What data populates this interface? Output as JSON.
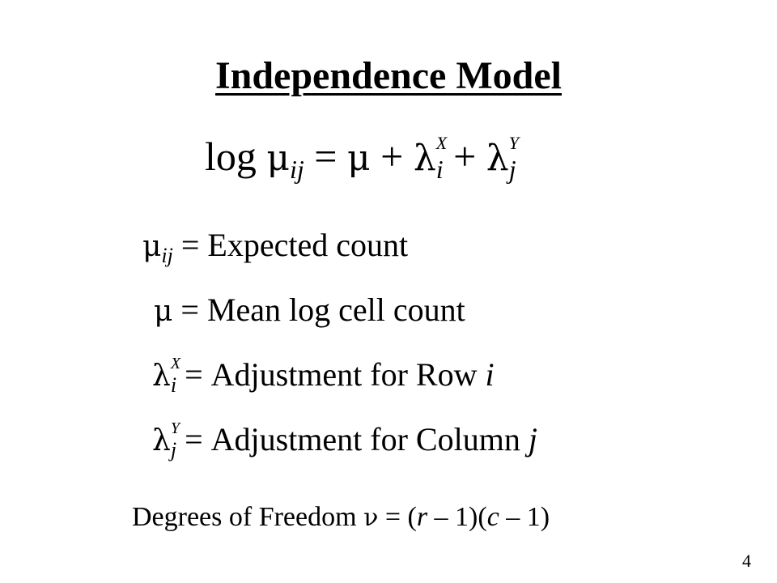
{
  "slide": {
    "title": "Independence Model",
    "equation": {
      "lhs_log": "log",
      "lhs_mu": "μ",
      "lhs_sub": "ij",
      "equals": "=",
      "mu": "μ",
      "plus1": "+",
      "lambda1": "λ",
      "lambda1_sup": "X",
      "lambda1_sub": "i",
      "plus2": "+",
      "lambda2": "λ",
      "lambda2_sup": "Y",
      "lambda2_sub": "j"
    },
    "definitions": [
      {
        "symbol": "μ",
        "sub": "ij",
        "text": "= Expected count"
      },
      {
        "symbol": "μ",
        "text": "= Mean log cell count"
      },
      {
        "symbol": "λ",
        "sup": "X",
        "sub": "i",
        "text": "= Adjustment for Row ",
        "var": "i"
      },
      {
        "symbol": "λ",
        "sup": "Y",
        "sub": "j",
        "text": "= Adjustment for Column ",
        "var": "j"
      }
    ],
    "dof": {
      "label": "Degrees of Freedom ",
      "nu": "ν",
      "eq_open": " = (",
      "r": "r",
      "mid": " – 1)(",
      "c": "c",
      "close": " – 1)"
    },
    "page_number": "4"
  }
}
